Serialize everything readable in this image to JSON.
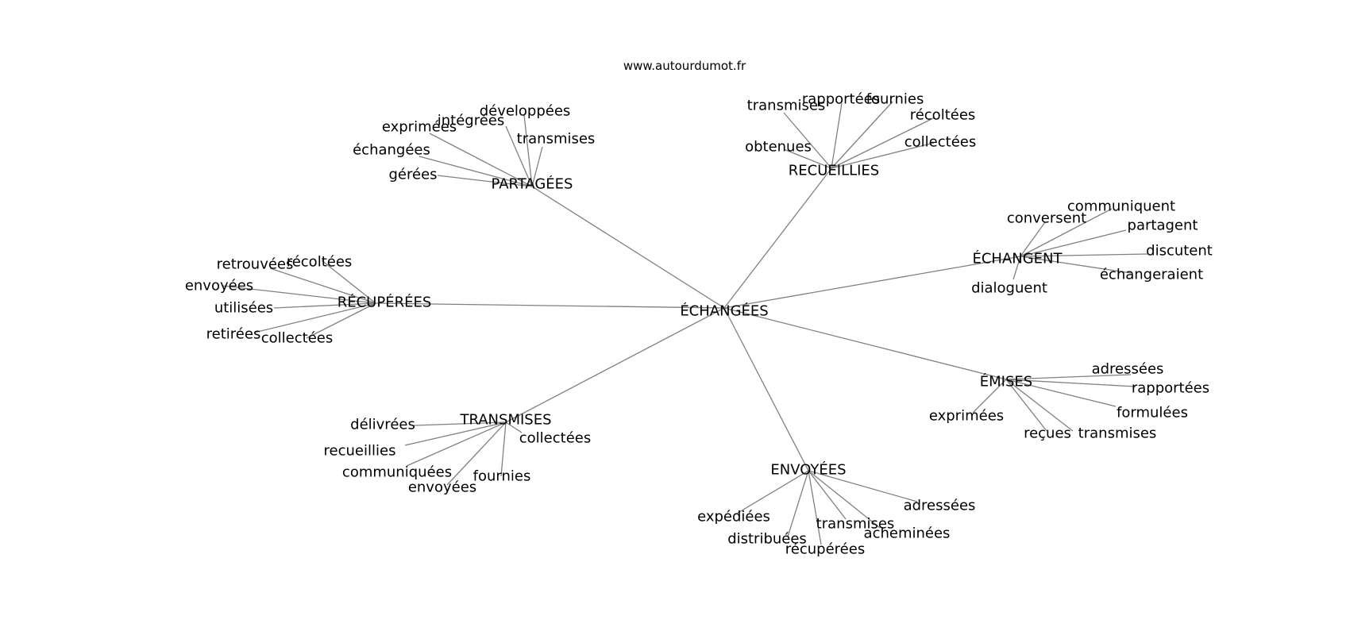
{
  "source": "www.autourdumot.fr",
  "colors": {
    "edge": "#808080",
    "text": "#000000",
    "background": "#ffffff"
  },
  "center": {
    "word": "ÉCHANGÉES"
  },
  "branches": [
    {
      "word": "PARTAGÉES",
      "leaves": [
        "développées",
        "transmises",
        "exprimées",
        "intégrées",
        "échangées",
        "gérées"
      ]
    },
    {
      "word": "RECUEILLIES",
      "leaves": [
        "rapportées",
        "transmises",
        "fournies",
        "récoltées",
        "obtenues",
        "collectées"
      ]
    },
    {
      "word": "ÉCHANGENT",
      "leaves": [
        "communiquent",
        "conversent",
        "partagent",
        "discutent",
        "échangeraient",
        "dialoguent"
      ]
    },
    {
      "word": "RÉCUPÉRÉES",
      "leaves": [
        "retrouvées",
        "récoltées",
        "envoyées",
        "utilisées",
        "retirées",
        "collectées"
      ]
    },
    {
      "word": "ÉMISES",
      "leaves": [
        "adressées",
        "rapportées",
        "formulées",
        "exprimées",
        "reçues",
        "transmises"
      ]
    },
    {
      "word": "TRANSMISES",
      "leaves": [
        "délivrées",
        "recueillies",
        "collectées",
        "communiquées",
        "fournies",
        "envoyées"
      ]
    },
    {
      "word": "ENVOYÉES",
      "leaves": [
        "adressées",
        "expédiées",
        "acheminées",
        "transmises",
        "distribuées",
        "récupérées"
      ]
    }
  ]
}
